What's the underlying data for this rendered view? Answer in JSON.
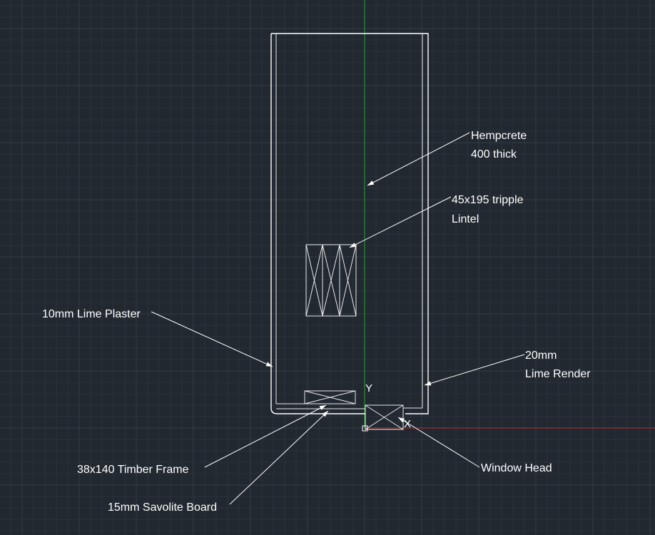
{
  "colors": {
    "background": "#212830",
    "grid_minor": "#2a323b",
    "grid_major": "#333c46",
    "y_axis": "#2e9e3a",
    "x_axis": "#b23030",
    "linework": "#ffffff"
  },
  "ucs": {
    "y_label": "Y",
    "x_label": "X"
  },
  "labels": {
    "hempcrete_line1": "Hempcrete",
    "hempcrete_line2": "400 thick",
    "lintel_line1": "45x195 tripple",
    "lintel_line2": "Lintel",
    "lime_plaster": "10mm Lime Plaster",
    "lime_render_line1": "20mm",
    "lime_render_line2": "Lime Render",
    "timber_frame": "38x140 Timber Frame",
    "savolite_board": "15mm Savolite Board",
    "window_head": "Window Head"
  }
}
